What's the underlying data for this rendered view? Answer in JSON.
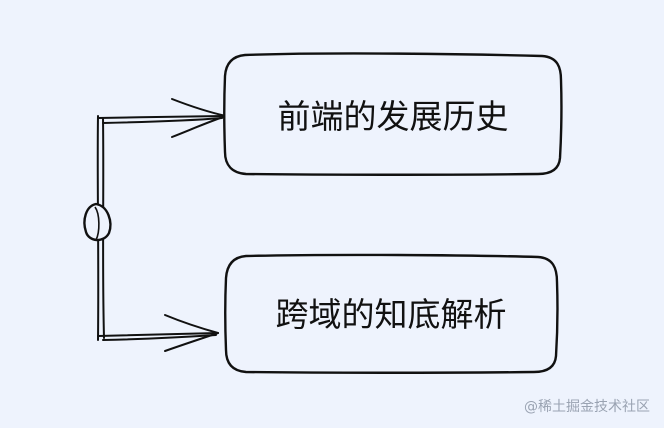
{
  "diagram": {
    "nodes": [
      {
        "id": "frontend-history",
        "label": "前端的发展历史"
      },
      {
        "id": "cors-analysis",
        "label": "跨域的知底解析"
      }
    ],
    "edges": [
      {
        "from": "root-branch",
        "to": "frontend-history"
      },
      {
        "from": "root-branch",
        "to": "cors-analysis"
      }
    ]
  },
  "watermark": "@稀土掘金技术社区",
  "colors": {
    "background": "#eef3fd",
    "stroke": "#111111",
    "text": "#111111",
    "watermark": "#9aa3b2"
  }
}
